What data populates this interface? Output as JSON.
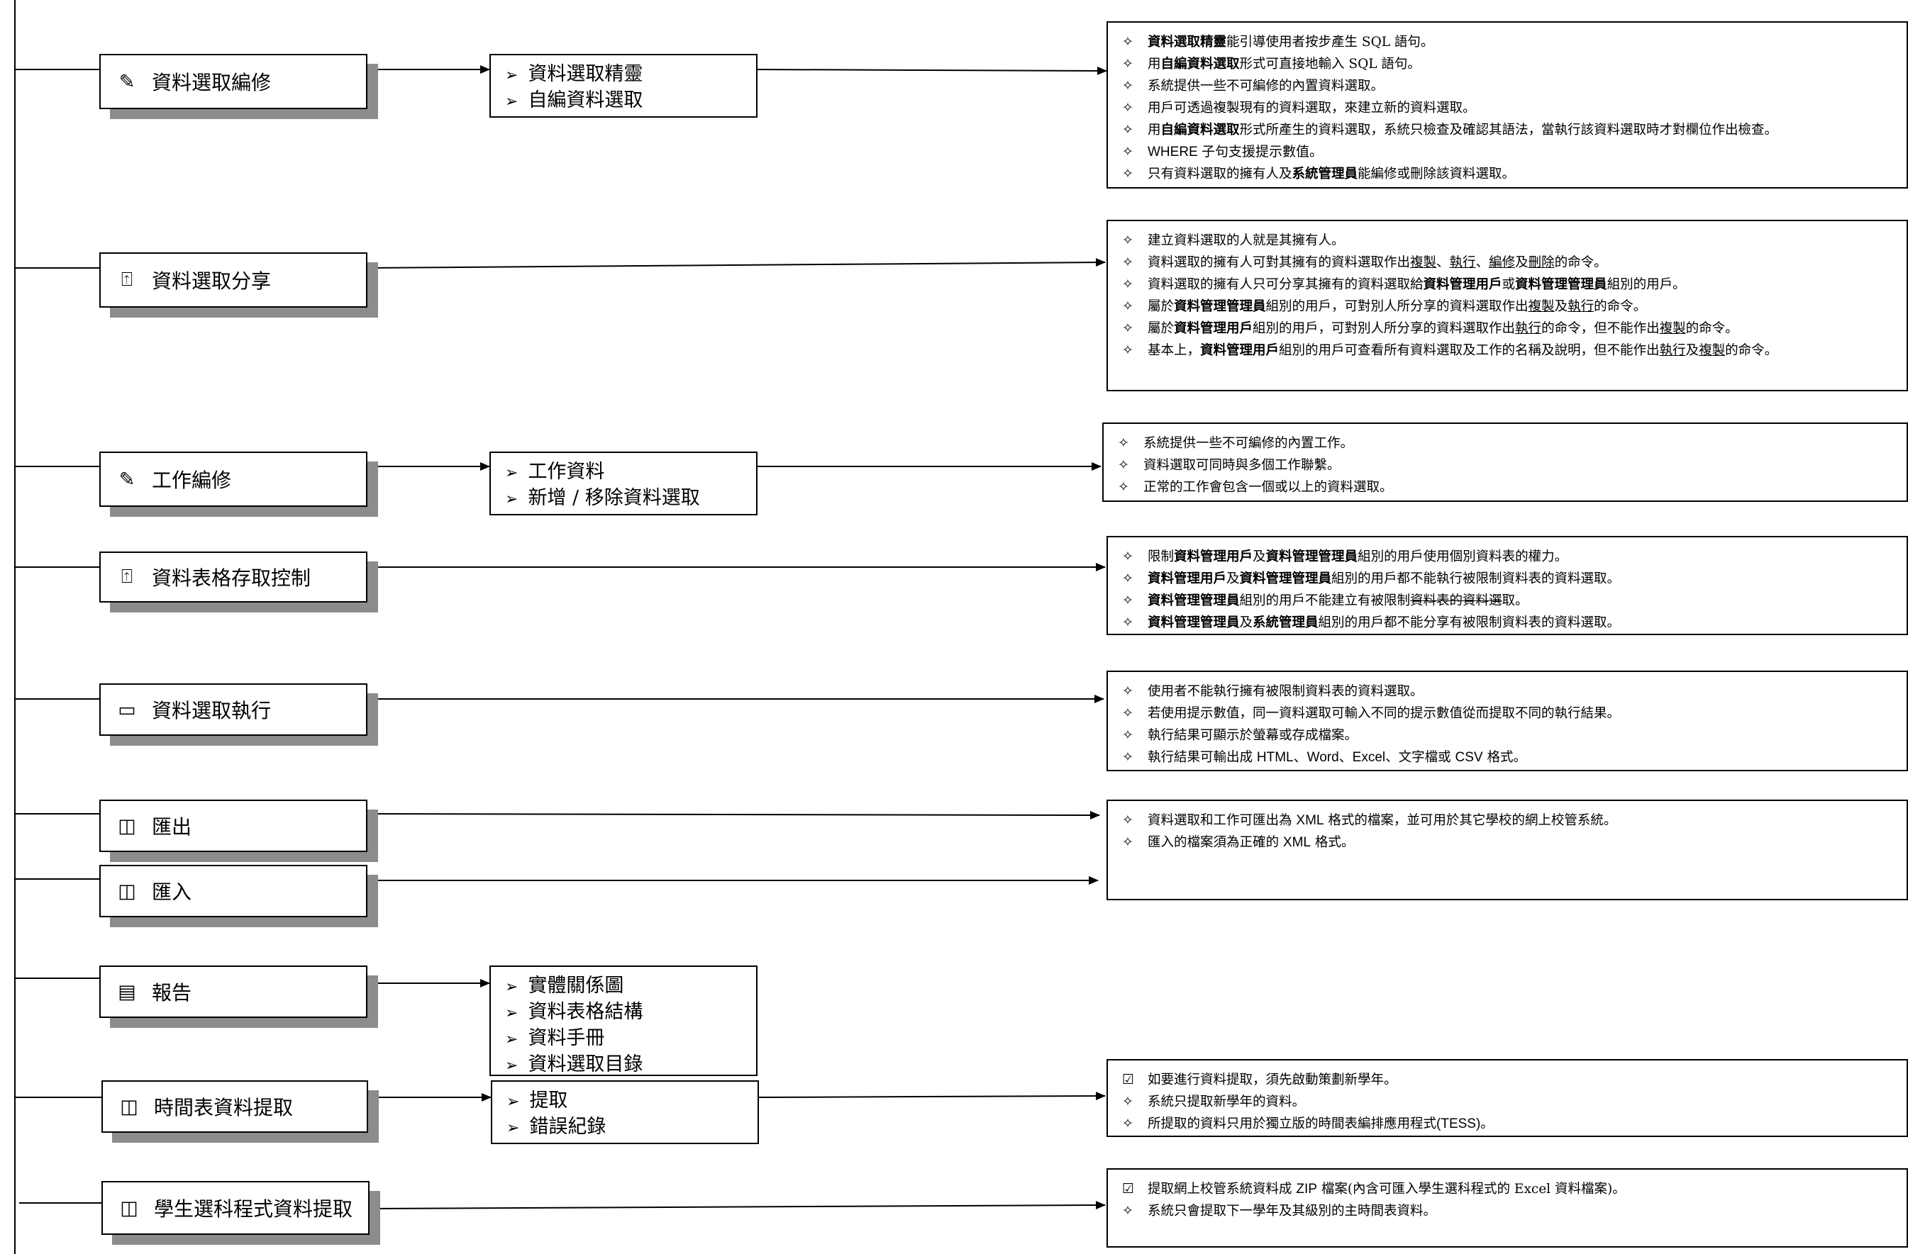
{
  "nodes": [
    {
      "label": "資料選取編修",
      "icon": "pencil-icon",
      "glyph": "✎"
    },
    {
      "label": "資料選取分享",
      "icon": "share-icon",
      "glyph": "⍐"
    },
    {
      "label": "工作編修",
      "icon": "pencil-icon",
      "glyph": "✎"
    },
    {
      "label": "資料表格存取控制",
      "icon": "lock-icon",
      "glyph": "⍐"
    },
    {
      "label": "資料選取執行",
      "icon": "computer-icon",
      "glyph": "▭"
    },
    {
      "label": "匯出",
      "icon": "save-icon",
      "glyph": "◫"
    },
    {
      "label": "匯入",
      "icon": "save-icon",
      "glyph": "◫"
    },
    {
      "label": "報告",
      "icon": "documents-icon",
      "glyph": "▤"
    },
    {
      "label": "時間表資料提取",
      "icon": "save-icon",
      "glyph": "◫"
    },
    {
      "label": "學生選科程式資料提取",
      "icon": "save-icon",
      "glyph": "◫"
    }
  ],
  "subs": {
    "datasel": [
      "資料選取精靈",
      "自編資料選取"
    ],
    "jobedit": [
      "工作資料",
      "新增 / 移除資料選取"
    ],
    "report": [
      "實體關係圖",
      "資料表格結構",
      "資料手冊",
      "資料選取目錄"
    ],
    "timetable": [
      "提取",
      "錯誤紀錄"
    ]
  },
  "bullets": {
    "diamond": "✧",
    "check": "☑",
    "arrow": "➢"
  },
  "desc": {
    "datasel": {
      "l1": {
        "b": "資料選取精靈",
        "t": "能引導使用者按步產生 SQL 語句。"
      },
      "l2": {
        "a": "用",
        "b": "自編資料選取",
        "t": "形式可直接地輸入 SQL 語句。"
      },
      "l3": "系統提供一些不可編修的內置資料選取。",
      "l4": "用戶可透過複製現有的資料選取，來建立新的資料選取。",
      "l5": {
        "a": "用",
        "b": "自編資料選取",
        "t": "形式所產生的資料選取，系統只檢查及確認其語法，當執行該資料選取時才對欄位作出檢查。"
      },
      "l6": "WHERE 子句支援提示數值。",
      "l7": {
        "a": "只有資料選取的擁有人及",
        "b": "系統管理員",
        "t": "能編修或刪除該資料選取。"
      }
    },
    "share": {
      "l1": "建立資料選取的人就是其擁有人。",
      "l2": {
        "a": "資料選取的擁有人可對其擁有的資料選取作出",
        "u1": "複製",
        "s1": "、",
        "u2": "執行",
        "s2": "、",
        "u3": "編修",
        "s3": "及",
        "u4": "刪除",
        "t": "的命令。"
      },
      "l3": {
        "a": "資料選取的擁有人只可分享其擁有的資料選取給",
        "b1": "資料管理用戶",
        "m": "或",
        "b2": "資料管理管理員",
        "t": "組別的用戶。"
      },
      "l4": {
        "a": "屬於",
        "b": "資料管理管理員",
        "m": "組別的用戶，可對別人所分享的資料選取作出",
        "u1": "複製",
        "s1": "及",
        "u2": "執行",
        "t": "的命令。"
      },
      "l5": {
        "a": "屬於",
        "b": "資料管理用戶",
        "m": "組別的用戶，可對別人所分享的資料選取作出",
        "u1": "執行",
        "m2": "的命令，但不能作出",
        "u2": "複製",
        "t": "的命令。"
      },
      "l6": {
        "a": "基本上，",
        "b": "資料管理用戶",
        "m": "組別的用戶可查看所有資料選取及工作的名稱及說明，但不能作出",
        "u1": "執行",
        "s1": "及",
        "u2": "複製",
        "t": "的命令。"
      }
    },
    "job": {
      "l1": "系統提供一些不可編修的內置工作。",
      "l2": "資料選取可同時與多個工作聯繫。",
      "l3": "正常的工作會包含一個或以上的資料選取。"
    },
    "access": {
      "l1": {
        "a": "限制",
        "b1": "資料管理用戶",
        "m": "及",
        "b2": "資料管理管理員",
        "t": "組別的用戶使用個別資料表的權力。"
      },
      "l2": {
        "b1": "資料管理用戶",
        "m": "及",
        "b2": "資料管理管理員",
        "t": "組別的用戶都不能執行被限制資料表的資料選取。"
      },
      "l3": {
        "b": "資料管理管理員",
        "a": "組別的用戶不能建立有被限制",
        "s": "資料表的資料選",
        "t": "取。"
      },
      "l4": {
        "b1": "資料管理管理員",
        "m": "及",
        "b2": "系統管理員",
        "t": "組別的用戶都不能分享有被限制資料表的資料選取。"
      }
    },
    "run": {
      "l1": "使用者不能執行擁有被限制資料表的資料選取。",
      "l2": "若使用提示數值，同一資料選取可輸入不同的提示數值從而提取不同的執行結果。",
      "l3": "執行結果可顯示於螢幕或存成檔案。",
      "l4": {
        "a": "執行結果可輸出成 ",
        "x": "HTML、Word、Excel",
        "m": "、文字檔或 ",
        "y": "CSV",
        "t": " 格式。"
      }
    },
    "io": {
      "l1": {
        "a": "資料選取和工作可匯出為 ",
        "x": "XML",
        "t": " 格式的檔案，並可用於其它學校的網上校管系統。"
      },
      "l2": {
        "a": "匯入的檔案須為正確的 ",
        "x": "XML",
        "t": " 格式。"
      }
    },
    "tt": {
      "l1": "如要進行資料提取，須先啟動策劃新學年。",
      "l2": "系統只提取新學年的資料。",
      "l3": {
        "a": "所提取的資料只用於獨立版的時間表編排應用程式",
        "x": "(TESS)",
        "t": "。"
      }
    },
    "ss": {
      "l1": {
        "a": "提取網上校管系統資料成 ",
        "x": "ZIP",
        "t": " 檔案(內含可匯入學生選科程式的 Excel 資料檔案)。"
      },
      "l2": "系統只會提取下一學年及其級別的主時間表資料。"
    }
  },
  "colors": {
    "line": "#000000",
    "shadow": "#8c8c8c",
    "background": "#ffffff"
  }
}
